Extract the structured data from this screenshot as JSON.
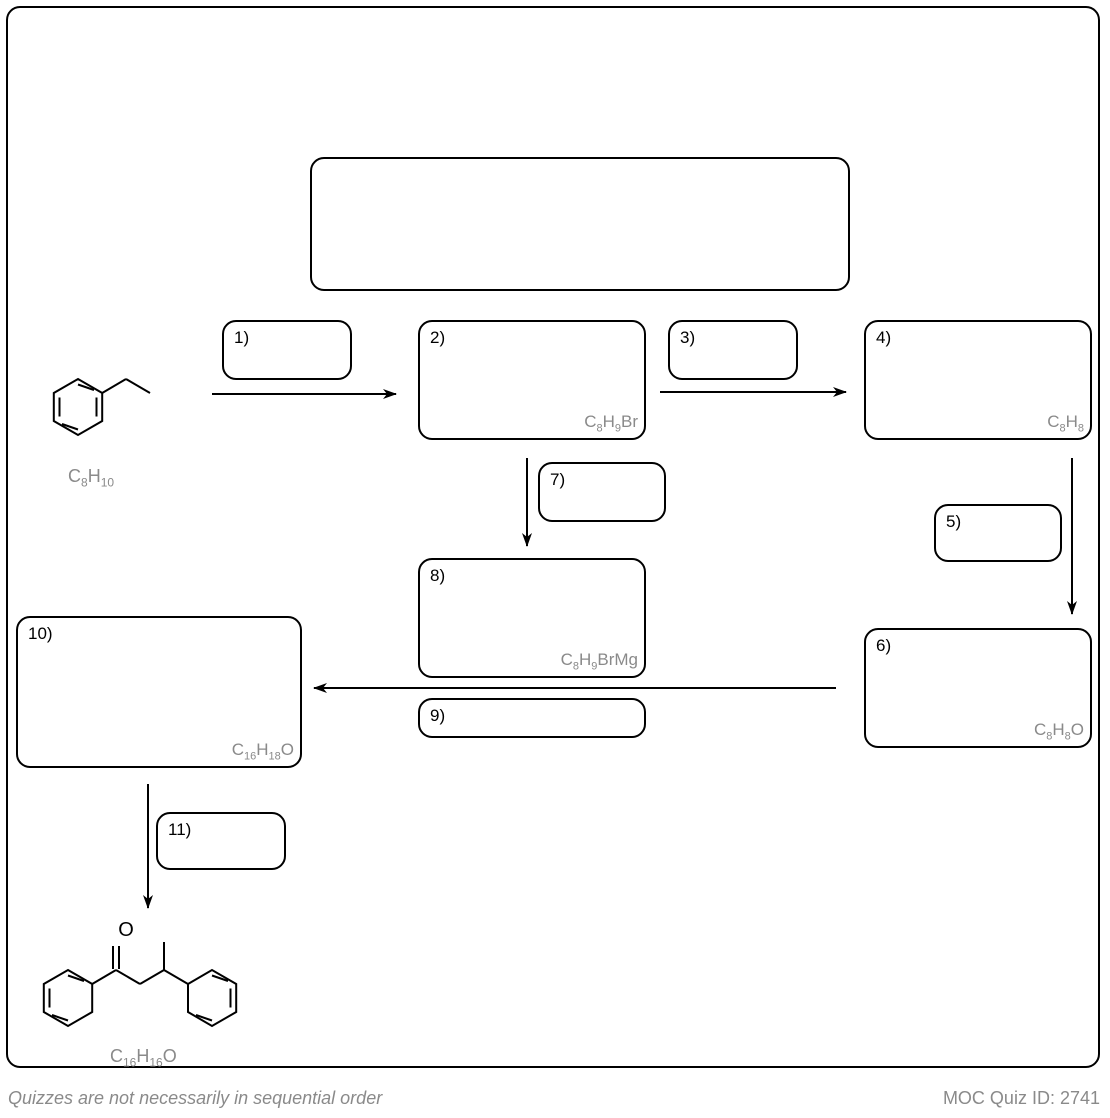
{
  "steps": {
    "s1": "1)",
    "s2": "2)",
    "s3": "3)",
    "s4": "4)",
    "s5": "5)",
    "s6": "6)",
    "s7": "7)",
    "s8": "8)",
    "s9": "9)",
    "s10": "10)",
    "s11": "11)"
  },
  "formulas": {
    "start": {
      "el1": "C",
      "n1": "8",
      "el2": "H",
      "n2": "10",
      "el3": ""
    },
    "step2": {
      "el1": "C",
      "n1": "8",
      "el2": "H",
      "n2": "9",
      "el3": "Br"
    },
    "step4": {
      "el1": "C",
      "n1": "8",
      "el2": "H",
      "n2": "8",
      "el3": ""
    },
    "step6": {
      "el1": "C",
      "n1": "8",
      "el2": "H",
      "n2": "8",
      "el3": "O"
    },
    "step8": {
      "el1": "C",
      "n1": "8",
      "el2": "H",
      "n2": "9",
      "el3": "BrMg"
    },
    "step10": {
      "el1": "C",
      "n1": "16",
      "el2": "H",
      "n2": "18",
      "el3": "O"
    },
    "product": {
      "el1": "C",
      "n1": "16",
      "el2": "H",
      "n2": "16",
      "el3": "O"
    }
  },
  "atoms": {
    "oxygen": "O"
  },
  "footer": {
    "left": "Quizzes are not necessarily in sequential order",
    "right": "MOC Quiz ID: 2741"
  }
}
